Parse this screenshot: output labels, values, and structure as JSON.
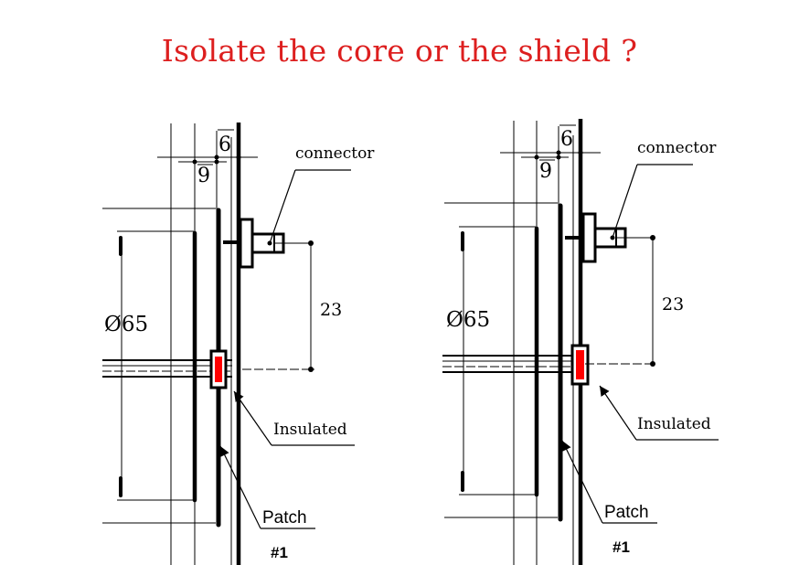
{
  "title": "Isolate the core or the shield ?",
  "colors": {
    "title": "#dd1f1f",
    "insulator": "#ff0000",
    "line": "#000000"
  },
  "diagrams": [
    {
      "dim_6": "6",
      "dim_9": "9",
      "connector_label": "connector",
      "dim_23": "23",
      "diameter_label": "Ø65",
      "insulated_label": "Insulated",
      "patch_label": "Patch",
      "patch_number": "#1",
      "insulated_part": "core"
    },
    {
      "dim_6": "6",
      "dim_9": "9",
      "connector_label": "connector",
      "dim_23": "23",
      "diameter_label": "Ø65",
      "insulated_label": "Insulated",
      "patch_label": "Patch",
      "patch_number": "#1",
      "insulated_part": "shield"
    }
  ]
}
